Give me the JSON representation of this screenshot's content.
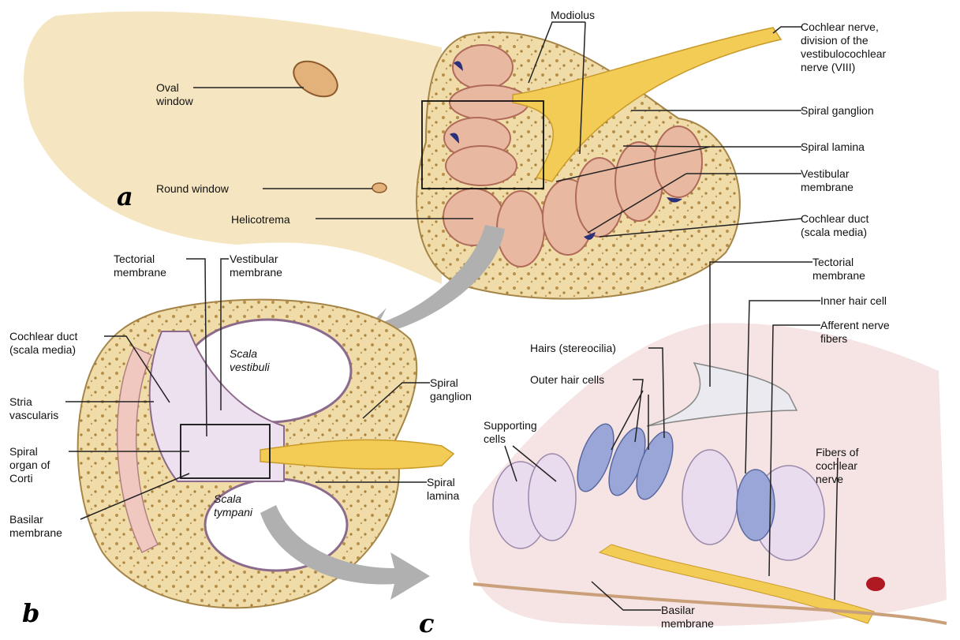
{
  "panels": {
    "a": "a",
    "b": "b",
    "c": "c"
  },
  "labels_a": {
    "oval_window": "Oval\nwindow",
    "round_window": "Round window",
    "helicotrema": "Helicotrema",
    "modiolus": "Modiolus",
    "cochlear_nerve": "Cochlear nerve,\ndivision of the\nvestibulocochlear\nnerve (VIII)",
    "spiral_ganglion": "Spiral ganglion",
    "spiral_lamina": "Spiral lamina",
    "vestibular_membrane": "Vestibular\nmembrane",
    "cochlear_duct": "Cochlear duct\n(scala media)"
  },
  "labels_b": {
    "tectorial_membrane": "Tectorial\nmembrane",
    "vestibular_membrane": "Vestibular\nmembrane",
    "cochlear_duct": "Cochlear duct\n(scala media)",
    "stria_vascularis": "Stria\nvascularis",
    "spiral_organ": "Spiral\norgan of\nCorti",
    "basilar_membrane": "Basilar\nmembrane",
    "scala_vestibuli": "Scala\nvestibuli",
    "scala_tympani": "Scala\ntympani",
    "spiral_ganglion": "Spiral\nganglion",
    "spiral_lamina": "Spiral\nlamina"
  },
  "labels_c": {
    "tectorial_membrane": "Tectorial\nmembrane",
    "inner_hair_cell": "Inner hair cell",
    "afferent_nerve_fibers": "Afferent nerve\nfibers",
    "hairs_stereocilia": "Hairs (stereocilia)",
    "outer_hair_cells": "Outer hair cells",
    "supporting_cells": "Supporting\ncells",
    "fibers_cochlear_nerve": "Fibers of\ncochlear\nnerve",
    "basilar_membrane": "Basilar\nmembrane"
  },
  "colors": {
    "bone": "#f0dca8",
    "bone_dark": "#c9a866",
    "chamber": "#e8b9a0",
    "chamber_edge": "#b06a5a",
    "nerve": "#f2cc55",
    "hair_cell": "#9aa6d8",
    "duct_blue": "#2c2f7a",
    "tissue": "#f1dede",
    "arrow": "#b0b0b0",
    "leader": "#222222"
  }
}
